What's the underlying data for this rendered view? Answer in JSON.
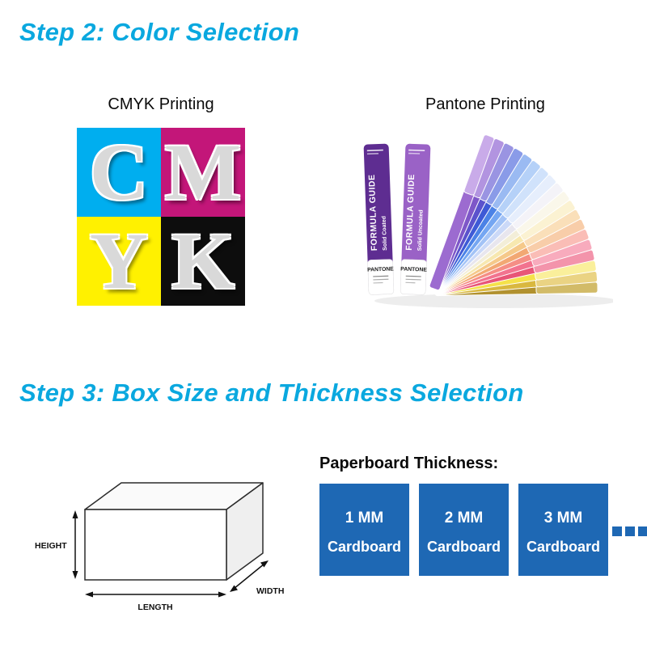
{
  "step2": {
    "title": "Step 2: Color Selection",
    "cmyk": {
      "label": "CMYK Printing",
      "tiles": [
        {
          "letter": "C",
          "bg": "#00AEEF"
        },
        {
          "letter": "M",
          "bg": "#C31679"
        },
        {
          "letter": "Y",
          "bg": "#FFF100"
        },
        {
          "letter": "K",
          "bg": "#0D0D0D"
        }
      ]
    },
    "pantone": {
      "label": "Pantone Printing",
      "guides": [
        {
          "title": "FORMULA GUIDE",
          "subtitle": "Solid Coated",
          "brand": "PANTONE"
        },
        {
          "title": "FORMULA GUIDE",
          "subtitle": "Solid Uncoated",
          "brand": "PANTONE"
        }
      ],
      "fan_strips": [
        {
          "base": "#9C6BD0",
          "tip": "#C9ABE9"
        },
        {
          "base": "#7E57C8",
          "tip": "#B294E0"
        },
        {
          "base": "#5B52CC",
          "tip": "#9A94E2"
        },
        {
          "base": "#3E5AD6",
          "tip": "#8A9BE8"
        },
        {
          "base": "#4B82E6",
          "tip": "#9ABAF2"
        },
        {
          "base": "#74A6F2",
          "tip": "#B5D1F8"
        },
        {
          "base": "#A3C3F6",
          "tip": "#D0E2FB"
        },
        {
          "base": "#CBD9F8",
          "tip": "#E6EEFC"
        },
        {
          "base": "#E8E6EE",
          "tip": "#F4F3F8"
        },
        {
          "base": "#F3EED8",
          "tip": "#FAF7EA"
        },
        {
          "base": "#F7E8B0",
          "tip": "#FBF2D2"
        },
        {
          "base": "#F5C98A",
          "tip": "#FADFB9"
        },
        {
          "base": "#F2A873",
          "tip": "#F8CDA9"
        },
        {
          "base": "#F58E85",
          "tip": "#FABDB6"
        },
        {
          "base": "#F2738F",
          "tip": "#F8ABBD"
        },
        {
          "base": "#E85577",
          "tip": "#F394AB"
        },
        {
          "base": "#F5E14A",
          "tip": "#FAEF9B"
        },
        {
          "base": "#D9B83F",
          "tip": "#EAD383"
        },
        {
          "base": "#B1912F",
          "tip": "#D2BB68"
        }
      ]
    }
  },
  "step3": {
    "title": "Step 3: Box Size and Thickness Selection",
    "box_labels": {
      "height": "HEIGHT",
      "length": "LENGTH",
      "width": "WIDTH"
    },
    "thickness": {
      "heading": "Paperboard Thickness:",
      "options": [
        {
          "size": "1 MM",
          "material": "Cardboard"
        },
        {
          "size": "2 MM",
          "material": "Cardboard"
        },
        {
          "size": "3 MM",
          "material": "Cardboard"
        }
      ]
    }
  },
  "colors": {
    "accent": "#0AA8DF",
    "thickness_tile": "#1E68B4",
    "guide_coated": "#5E2D91",
    "guide_uncoated": "#9A62C6"
  }
}
